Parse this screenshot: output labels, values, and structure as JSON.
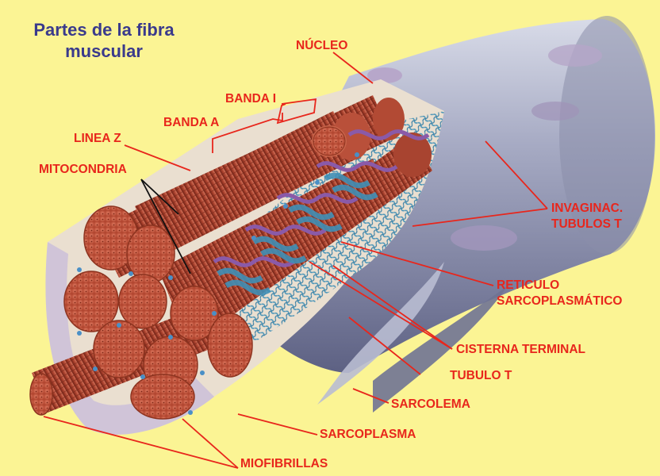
{
  "title": {
    "line1": "Partes de la fibra",
    "line2": "muscular"
  },
  "labels": {
    "nucleo": "NÚCLEO",
    "banda_i": "BANDA I",
    "banda_a": "BANDA A",
    "linea_z": "LINEA Z",
    "mitocondria": "MITOCONDRIA",
    "invaginac_1": "INVAGINAC.",
    "invaginac_2": "TUBULOS T",
    "reticulo_1": "RETICULO",
    "reticulo_2": "SARCOPLASMÁTICO",
    "cisterna": "CISTERNA TERMINAL",
    "tubulo": "TUBULO T",
    "sarcolema": "SARCOLEMA",
    "sarcoplasma": "SARCOPLASMA",
    "miofibrillas": "MIOFIBRILLAS"
  },
  "colors": {
    "background": "#fbf494",
    "label": "#e8261c",
    "title": "#3a3a8c",
    "myofibril": "#a8402c",
    "sarcolemma": "#8f93ad",
    "reticulum": "#3f8fb6",
    "t_tubule": "#8a5aa8"
  }
}
